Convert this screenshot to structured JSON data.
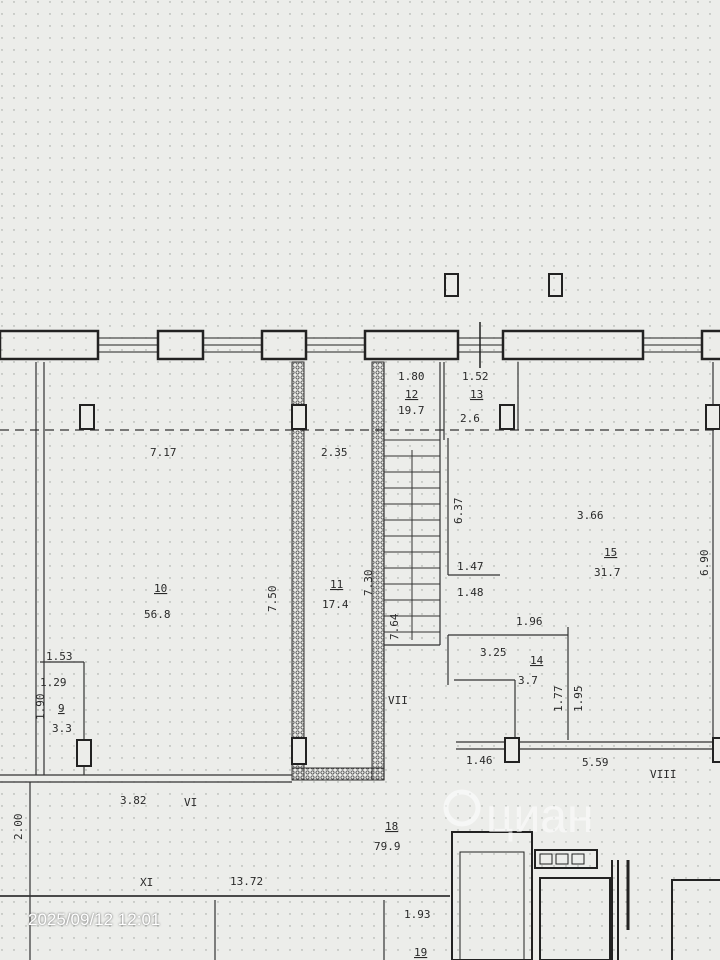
{
  "photo": {
    "timestamp": "2025/09/12 12:01"
  },
  "watermark": {
    "brand": "циан"
  },
  "rooms": [
    {
      "id": "10",
      "area": "56.8"
    },
    {
      "id": "11",
      "area": "17.4"
    },
    {
      "id": "12",
      "area": "19.7"
    },
    {
      "id": "13",
      "area": "2.6"
    },
    {
      "id": "14",
      "area": "3.7"
    },
    {
      "id": "15",
      "area": "31.7"
    },
    {
      "id": "18",
      "area": "79.9"
    },
    {
      "id": "19",
      "area": ""
    },
    {
      "id": "9",
      "area": "3.3"
    }
  ],
  "dimensions": {
    "d1": "7.17",
    "d2": "2.35",
    "d3": "1.80",
    "d4": "1.52",
    "d5": "3.66",
    "d6": "7.50",
    "d7": "7.30",
    "d8": "7.64",
    "d9": "1.47",
    "d10": "1.48",
    "d11": "1.96",
    "d12": "3.25",
    "d13": "1.95",
    "d14": "1.77",
    "d15": "1.53",
    "d16": "1.29",
    "d17": "1.90",
    "d18": "3.82",
    "d19": "1.46",
    "d20": "5.59",
    "d21": "13.72",
    "d22": "1.93",
    "d23": "6.90",
    "d24": "6.37",
    "d25": "2.00"
  },
  "roman": {
    "r1": "VI",
    "r2": "VII",
    "r3": "VIII",
    "r4": "XI"
  }
}
